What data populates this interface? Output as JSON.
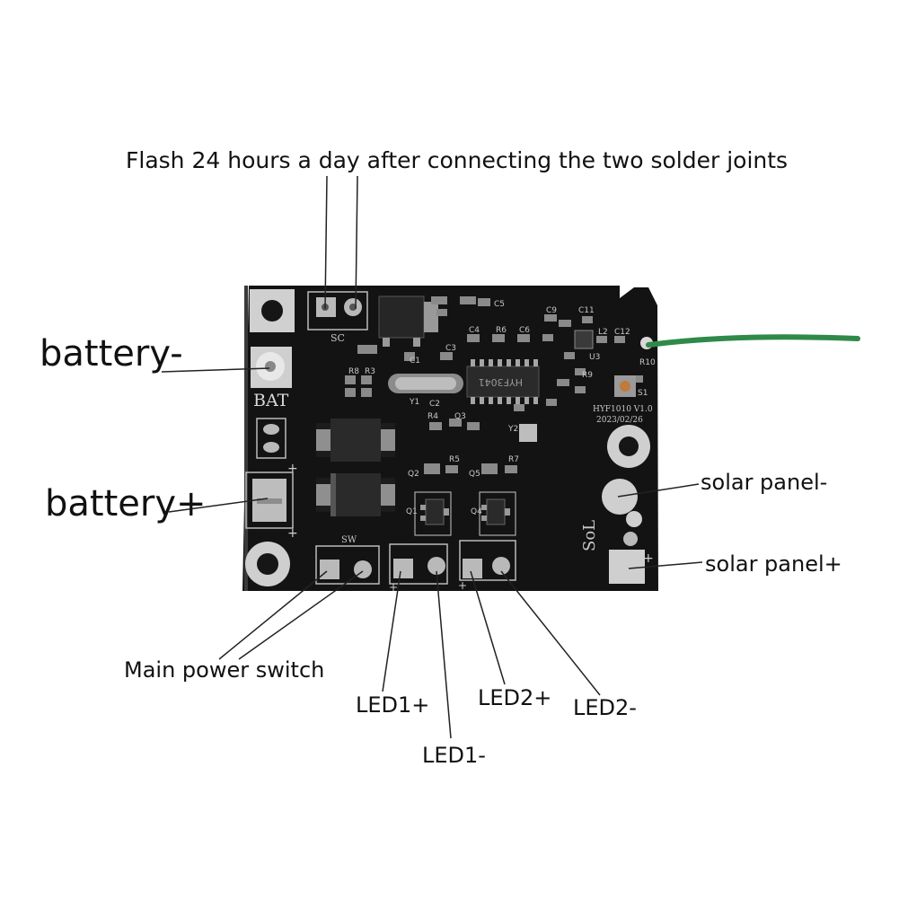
{
  "title_note": "Flash 24 hours a day after connecting the two solder joints",
  "labels": {
    "battery_neg": "battery-",
    "battery_pos": "battery+",
    "solar_neg": "solar panel-",
    "solar_pos": "solar panel+",
    "main_switch": "Main power switch",
    "led1_pos": "LED1+",
    "led1_neg": "LED1-",
    "led2_pos": "LED2+",
    "led2_neg": "LED2-"
  },
  "silkscreen": {
    "sc": "SC",
    "bat": "BAT",
    "sw": "SW",
    "sol": "SoL",
    "model": "HYF1010  V1.0",
    "date": "2023/02/26",
    "ic": "HYF3041",
    "c5": "C5",
    "c9": "C9",
    "c11": "C11",
    "c4": "C4",
    "r6": "R6",
    "c6": "C6",
    "l2": "L2",
    "c12": "C12",
    "c1": "C1",
    "c3": "C3",
    "u3": "U3",
    "r9": "R9",
    "s1": "S1",
    "r10": "R10",
    "r8": "R8",
    "r3": "R3",
    "y1": "Y1",
    "c2": "C2",
    "r4": "R4",
    "q3": "Q3",
    "y2": "Y2",
    "q2": "Q2",
    "r5": "R5",
    "q5": "Q5",
    "r7": "R7",
    "q1": "Q1",
    "q4": "Q4",
    "plus": "+"
  },
  "colors": {
    "board": "#131313",
    "pad": "#b9b9b9",
    "antenna": "#2f8a4a",
    "leader": "#222222"
  }
}
